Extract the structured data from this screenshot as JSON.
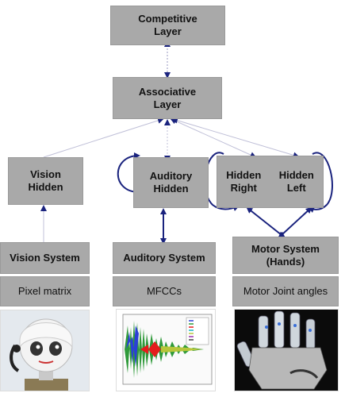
{
  "nodes": {
    "competitive": "Competitive\nLayer",
    "associative": "Associative\nLayer",
    "vision_hidden": "Vision\nHidden",
    "auditory_hidden": "Auditory\nHidden",
    "hidden_right": "Hidden\nRight",
    "hidden_left": "Hidden\nLeft",
    "vision_system": "Vision System",
    "auditory_system": "Auditory System",
    "motor_system": "Motor System\n(Hands)",
    "pixel_matrix": "Pixel matrix",
    "mfccs": "MFCCs",
    "motor_joint_angles": "Motor Joint angles"
  },
  "colors": {
    "box": "#a9a9a9",
    "arrow_blue": "#1a237e",
    "thin_line": "#b0b0c8"
  },
  "images": {
    "left": "robot-head-photo",
    "middle": "mfcc-plot",
    "right": "robot-hand-photo"
  }
}
